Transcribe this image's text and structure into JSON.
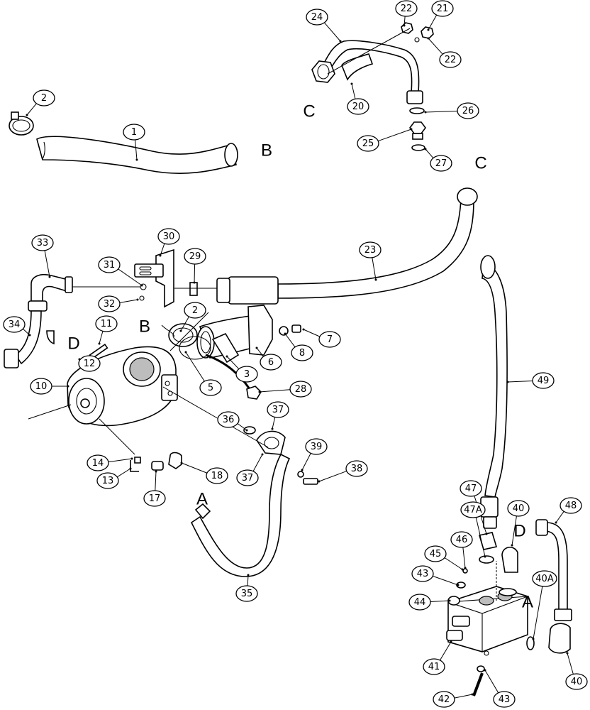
{
  "callouts": [
    "1",
    "2",
    "3",
    "5",
    "6",
    "7",
    "8",
    "10",
    "11",
    "12",
    "13",
    "14",
    "17",
    "18",
    "20",
    "21",
    "22",
    "23",
    "24",
    "25",
    "26",
    "27",
    "28",
    "29",
    "30",
    "31",
    "32",
    "33",
    "34",
    "35",
    "36",
    "37",
    "38",
    "39",
    "40",
    "40A",
    "41",
    "42",
    "43",
    "44",
    "45",
    "46",
    "47",
    "47A",
    "48",
    "49"
  ],
  "connection_letters": [
    "A",
    "B",
    "C",
    "D"
  ]
}
